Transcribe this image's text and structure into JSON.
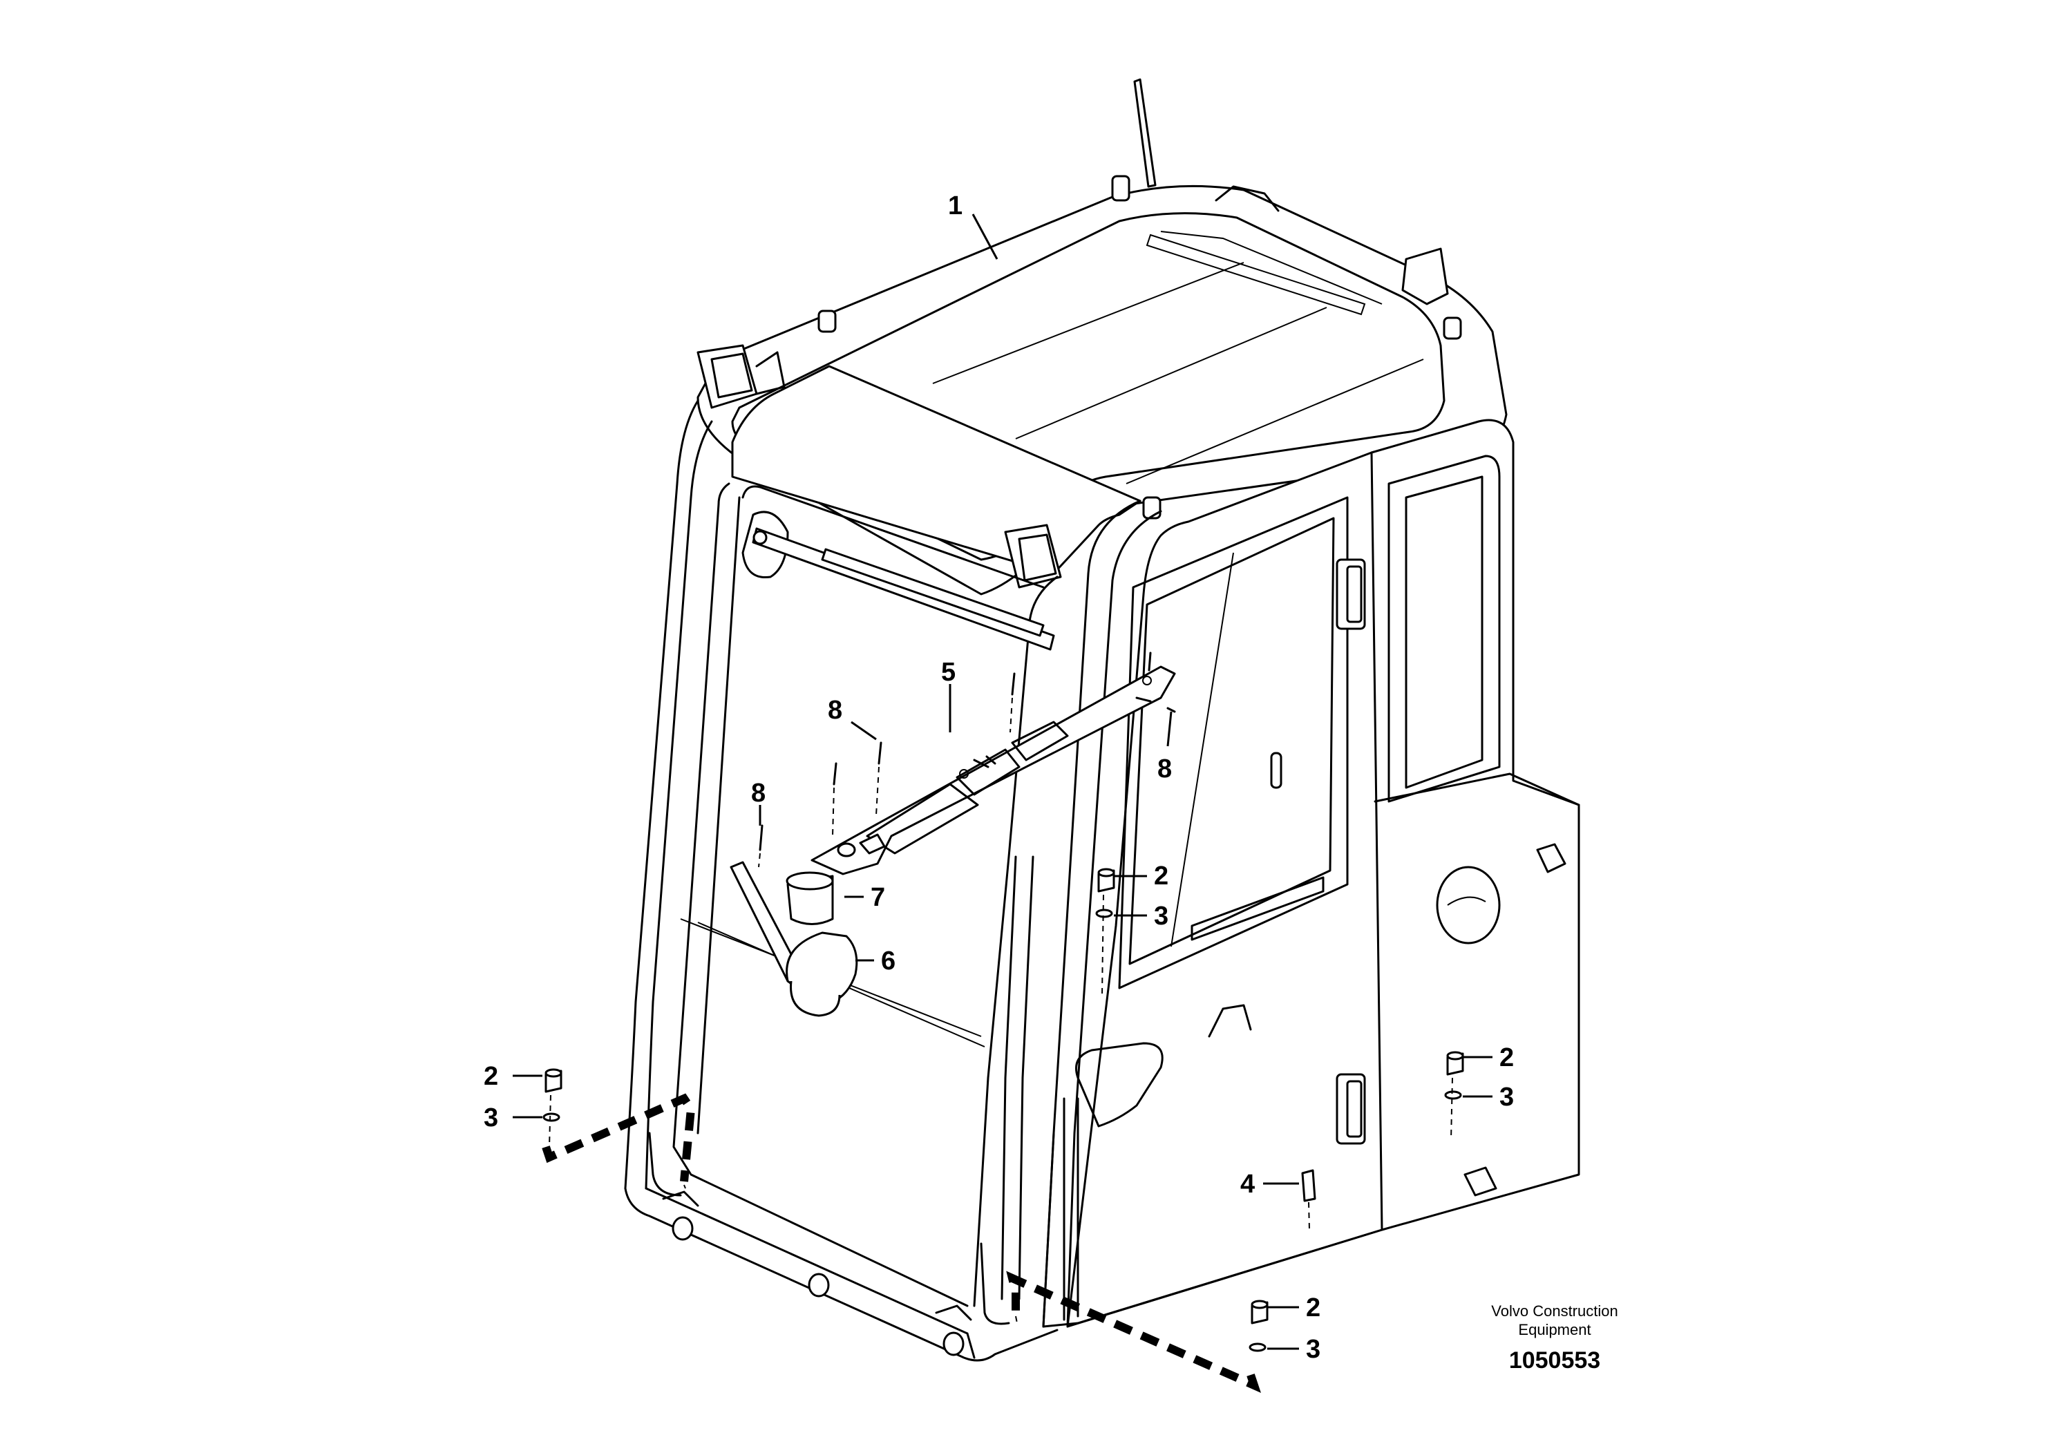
{
  "callouts": [
    {
      "id": "c1",
      "label": "1"
    },
    {
      "id": "c2a",
      "label": "2"
    },
    {
      "id": "c3a",
      "label": "3"
    },
    {
      "id": "c2b",
      "label": "2"
    },
    {
      "id": "c3b",
      "label": "3"
    },
    {
      "id": "c2c",
      "label": "2"
    },
    {
      "id": "c3c",
      "label": "3"
    },
    {
      "id": "c2d",
      "label": "2"
    },
    {
      "id": "c3d",
      "label": "3"
    },
    {
      "id": "c4",
      "label": "4"
    },
    {
      "id": "c5",
      "label": "5"
    },
    {
      "id": "c6",
      "label": "6"
    },
    {
      "id": "c7",
      "label": "7"
    },
    {
      "id": "c8a",
      "label": "8"
    },
    {
      "id": "c8b",
      "label": "8"
    },
    {
      "id": "c8c",
      "label": "8"
    }
  ],
  "credit": {
    "line1": "Volvo Construction",
    "line2": "Equipment"
  },
  "document_number": "1050553"
}
